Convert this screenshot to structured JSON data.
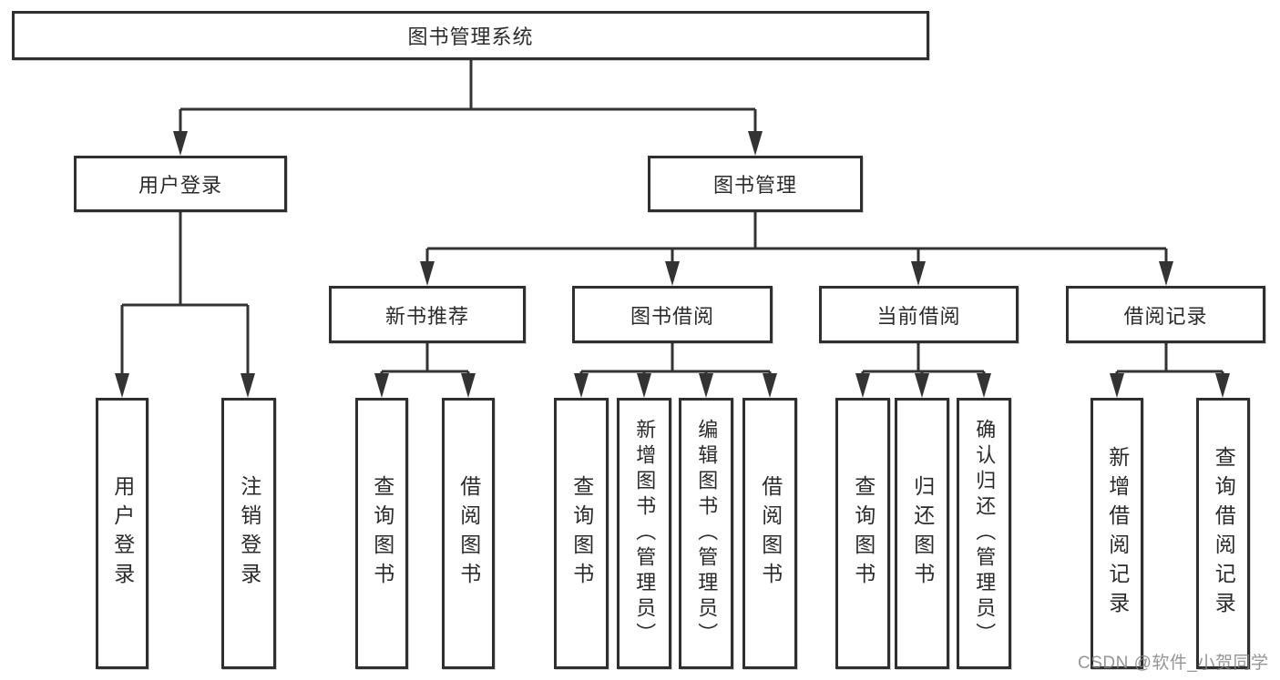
{
  "diagram_title": "图书管理系统",
  "tree": {
    "root_label": "图书管理系统",
    "branches": [
      {
        "label": "用户登录",
        "children": [
          "用户登录",
          "注销登录"
        ]
      },
      {
        "label": "图书管理",
        "groups": [
          {
            "label": "新书推荐",
            "children": [
              "查询图书",
              "借阅图书"
            ]
          },
          {
            "label": "图书借阅",
            "children": [
              "查询图书",
              "新增图书（管理员）",
              "编辑图书（管理员）",
              "借阅图书"
            ]
          },
          {
            "label": "当前借阅",
            "children": [
              "查询图书",
              "归还图书",
              "确认归还（管理员）"
            ]
          },
          {
            "label": "借阅记录",
            "children": [
              "新增借阅记录",
              "查询借阅记录"
            ]
          }
        ]
      }
    ]
  },
  "watermark": {
    "text": "CSDN @软件_小贺同学"
  },
  "colors": {
    "line": "#333333",
    "border": "#2f2f2f",
    "text": "#2b2b2b",
    "watermark": "#828282",
    "background": "#ffffff"
  }
}
